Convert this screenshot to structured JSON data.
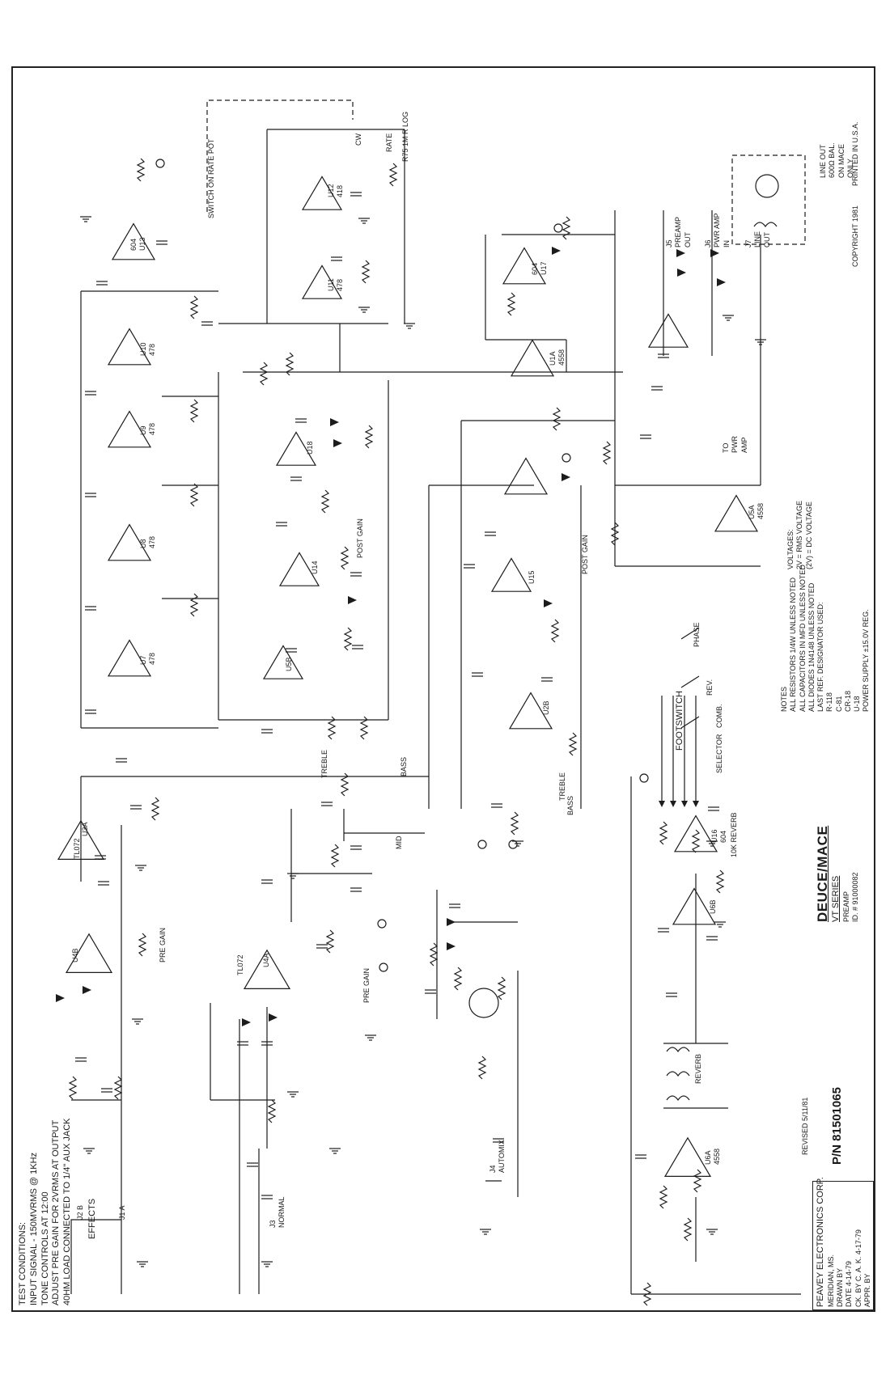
{
  "test_conditions": [
    "TEST CONDITIONS:",
    "INPUT SIGNAL - 150MVRMS @ 1KHz",
    "TONE CONTROLS AT 12:00",
    "ADJUST PRE GAIN FOR 2VRMS AT OUTPUT",
    "40HM LOAD CONNECTED TO 1/4\" AUX JACK"
  ],
  "jacks": {
    "effects": [
      "J2 B",
      "J1 A",
      "EFFECTS"
    ],
    "normal": [
      "J3",
      "NORMAL"
    ],
    "automix": [
      "J4",
      "AUTOMIX"
    ]
  },
  "op_amps": [
    {
      "ref": "U3A",
      "type": "TL072"
    },
    {
      "ref": "U4A",
      "type": "TL072"
    },
    {
      "ref": "U4B"
    },
    {
      "ref": "U5B"
    },
    {
      "ref": "U7",
      "type": "478"
    },
    {
      "ref": "U8",
      "type": "478"
    },
    {
      "ref": "U9",
      "type": "478"
    },
    {
      "ref": "U10",
      "type": "478"
    },
    {
      "ref": "U11",
      "type": "478"
    },
    {
      "ref": "U12",
      "type": "418"
    },
    {
      "ref": "U13",
      "type": "604"
    },
    {
      "ref": "U14"
    },
    {
      "ref": "U15"
    },
    {
      "ref": "U16",
      "type": "604"
    },
    {
      "ref": "U17",
      "type": "604"
    },
    {
      "ref": "U18"
    },
    {
      "ref": "U1A",
      "type": "4558"
    },
    {
      "ref": "U2B"
    },
    {
      "ref": "U6A",
      "type": "4558"
    },
    {
      "ref": "U6B"
    },
    {
      "ref": "U5A",
      "type": "4558"
    }
  ],
  "controls": {
    "pre_gain": "PRE GAIN",
    "post_gain": "POST GAIN",
    "treble": "TREBLE",
    "bass": "BASS",
    "mid": "MID",
    "rate": "RATE",
    "rate_pot": "R75 1M R LOG",
    "switch_on_rate": "SWITCH ON RATE POT",
    "reverb": "10K REVERB",
    "reverb_tank": "REVERB",
    "cw": "CW"
  },
  "outputs": {
    "preamp_out": [
      "J5",
      "PREAMP",
      "OUT"
    ],
    "pwr_amp_in": [
      "J6",
      "PWR AMP",
      "IN"
    ],
    "line_out": [
      "J7",
      "LINE",
      "OUT"
    ],
    "line_out_box": [
      "LINE OUT",
      "600Ω BAL.",
      "ON MACE",
      "ONLY"
    ],
    "to_pwr_amp": [
      "TO",
      "PWR",
      "AMP"
    ]
  },
  "footswitch": {
    "title": "FOOTSWITCH",
    "labels": [
      "PHASE",
      "REV.",
      "COMB.",
      "SELECTOR"
    ]
  },
  "voltages": [
    "VOLTAGES:",
    "2V = RMS VOLTAGE",
    "(2V) = DC VOLTAGE"
  ],
  "notes": [
    "NOTES",
    "ALL RESISTORS 1/4W UNLESS NOTED",
    "ALL CAPACITORS IN MFD UNLESS NOTED",
    "ALL DIODES 1N4148 UNLESS NOTED",
    "LAST REF. DESIGNATOR USED:",
    "R-118",
    "C-81",
    "CR-18",
    "U-18",
    "POWER SUPPLY ±15.0V REG."
  ],
  "title_block": {
    "model": "DEUCE/MACE",
    "series": "VT SERIES",
    "sheet": "PREAMP",
    "id": "ID. # 91000082",
    "revised": "REVISED 5/11/81",
    "part_number": "P/N 81501065",
    "company": "PEAVEY ELECTRONICS CORP.",
    "location": "MERIDIAN, MS.",
    "drawn_by": "DRAWN BY",
    "date": "DATE 4-14-79",
    "ck_by": "CK. BY C. A. K. 4-17-79",
    "appr_by": "APPR. BY"
  },
  "copyright": "COPYRIGHT 1981",
  "printed": "PRINTED IN U.S.A."
}
